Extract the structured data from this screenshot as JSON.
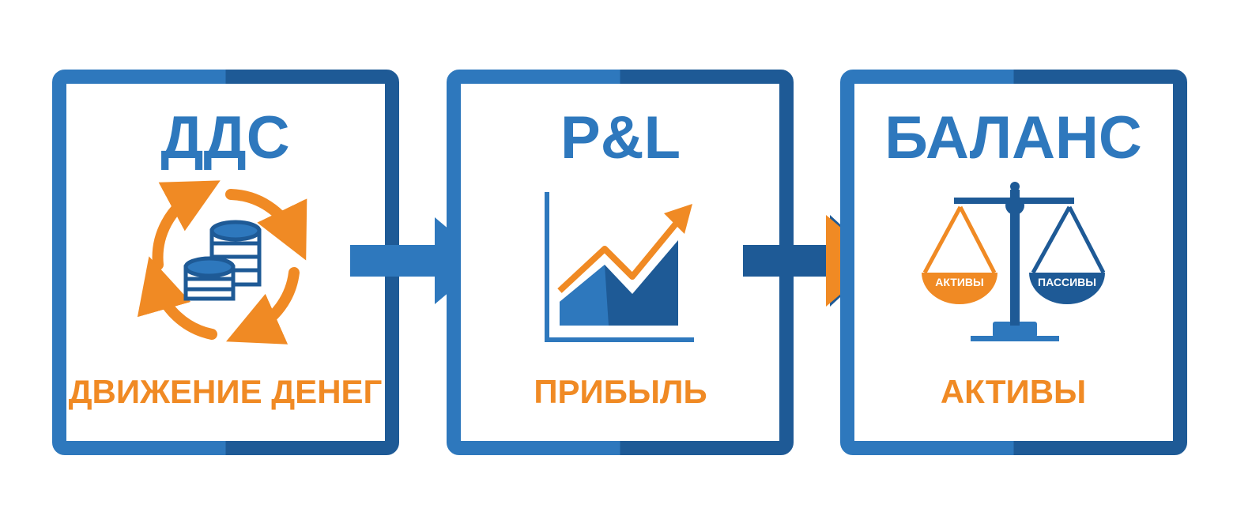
{
  "colors": {
    "blue_light": "#2e78bd",
    "blue_dark": "#1e5a96",
    "orange": "#f08a24",
    "white": "#ffffff"
  },
  "panels": [
    {
      "title": "ДДС",
      "caption": "ДВИЖЕНИЕ ДЕНЕГ",
      "icon": "cash-flow-cycle-coins-icon"
    },
    {
      "title": "P&L",
      "caption": "ПРИБЫЛЬ",
      "icon": "rising-profit-chart-icon"
    },
    {
      "title": "БАЛАНС",
      "caption": "АКТИВЫ",
      "icon": "balance-scale-icon",
      "scale_left_label": "АКТИВЫ",
      "scale_right_label": "ПАССИВЫ"
    }
  ],
  "connectors": [
    {
      "from": "ДДС",
      "to": "P&L",
      "icon": "right-arrow-icon"
    },
    {
      "from": "P&L",
      "to": "БАЛАНС",
      "icon": "right-arrow-icon"
    }
  ]
}
